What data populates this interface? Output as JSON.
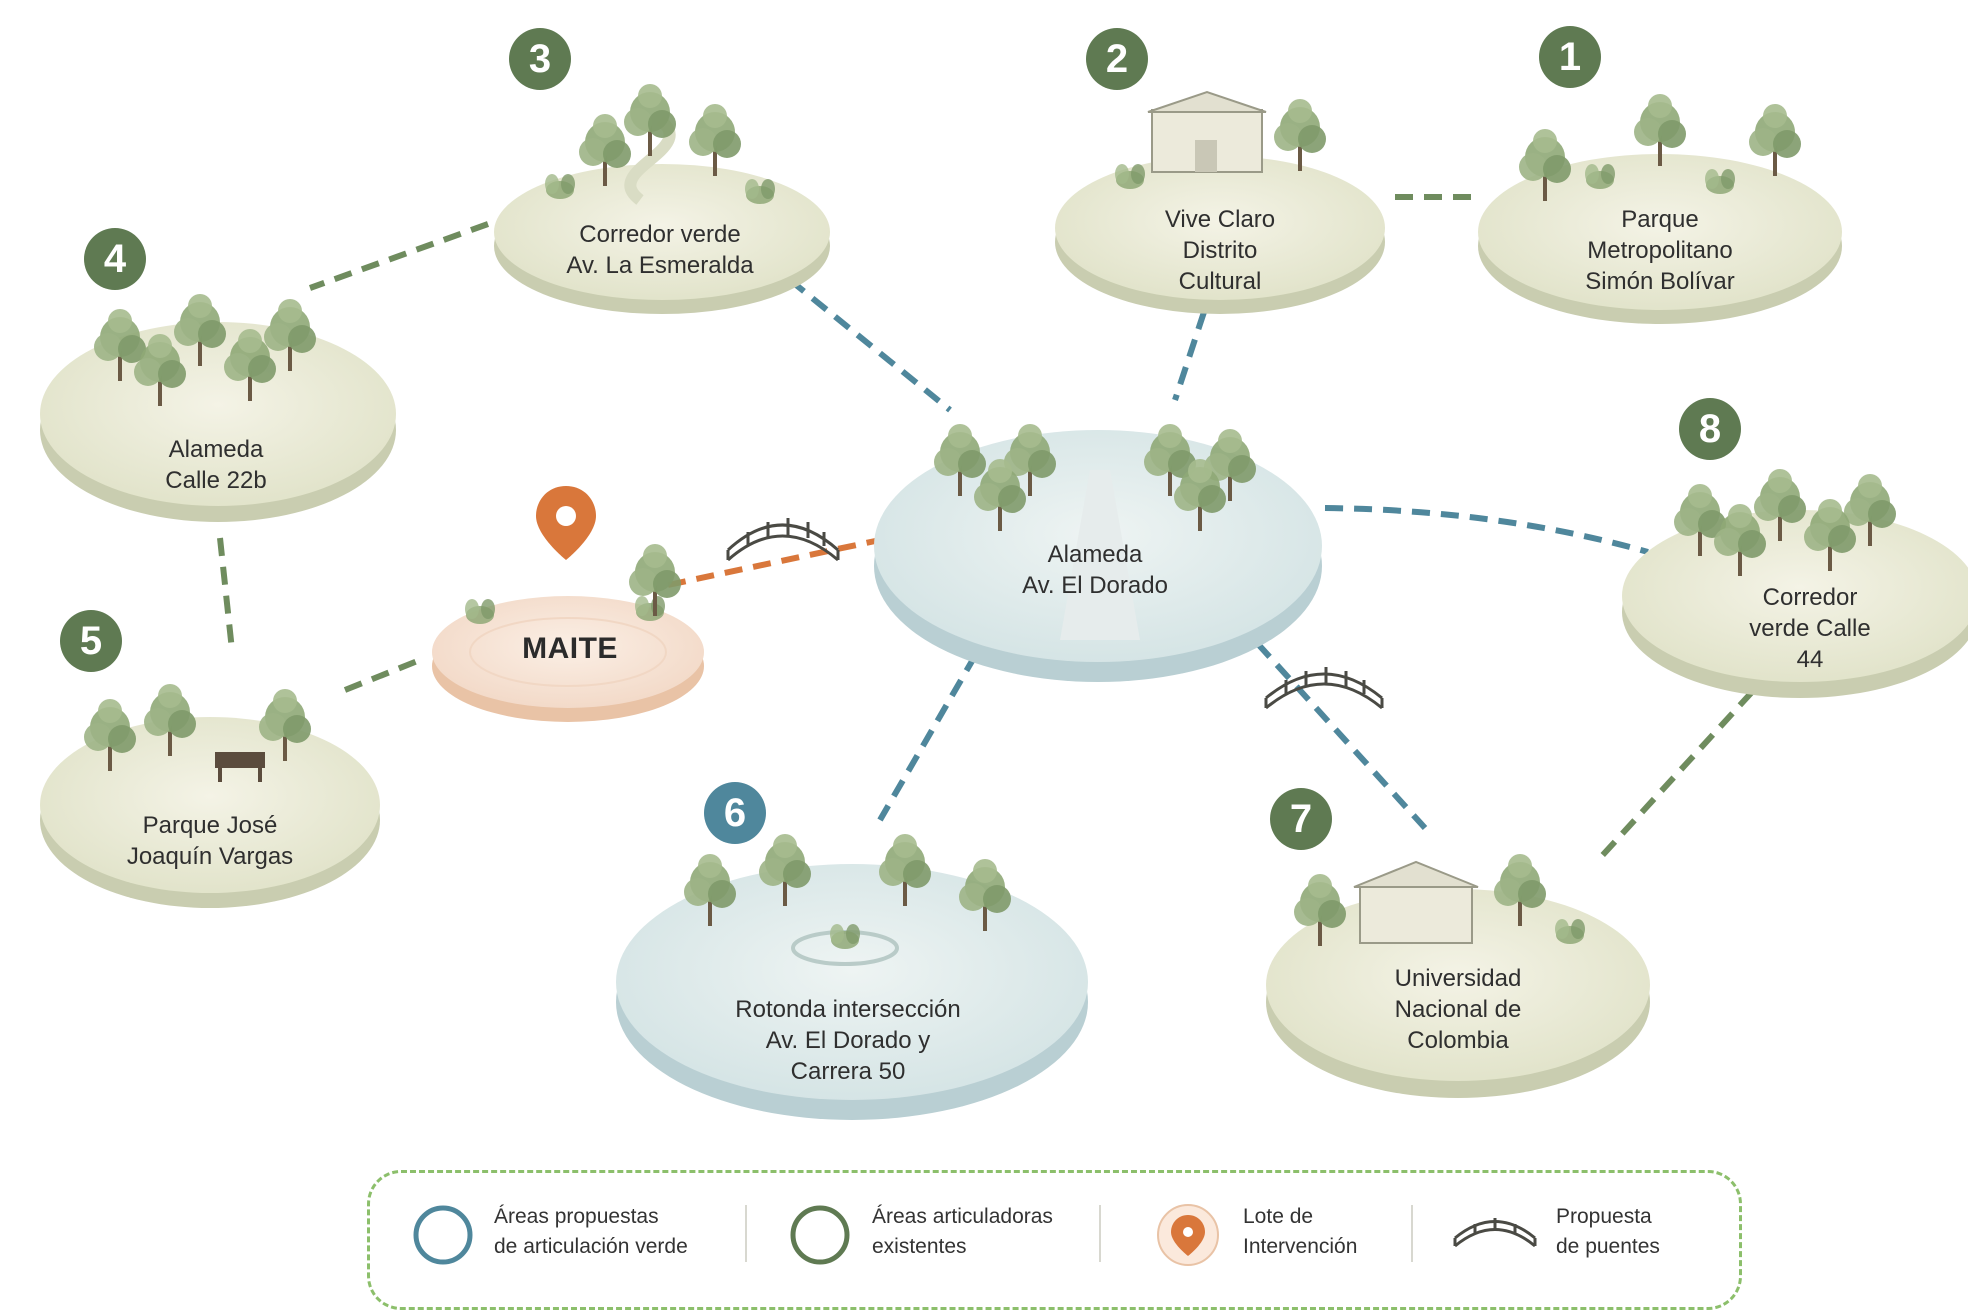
{
  "colors": {
    "existing_green": "#5f7a52",
    "proposed_blue": "#4f879c",
    "intervention_orange": "#d9773b",
    "link_green": "#6f8c5e",
    "link_blue": "#4f879c",
    "legend_border": "#8cbf6b"
  },
  "nodes": [
    {
      "id": "1",
      "label": "Parque\nMetropolitano\nSimón Bolívar",
      "type": "existing",
      "icon": "trees-icon"
    },
    {
      "id": "2",
      "label": "Vive Claro\nDistrito\nCultural",
      "type": "existing",
      "icon": "building-icon"
    },
    {
      "id": "3",
      "label": "Corredor verde\nAv. La Esmeralda",
      "type": "existing",
      "icon": "path-icon"
    },
    {
      "id": "4",
      "label": "Alameda\nCalle 22b",
      "type": "existing",
      "icon": "trees-icon"
    },
    {
      "id": "5",
      "label": "Parque José\nJoaquín Vargas",
      "type": "existing",
      "icon": "bench-icon"
    },
    {
      "id": "6",
      "label": "Rotonda intersección\nAv. El Dorado y\nCarrera 50",
      "type": "proposed",
      "icon": "roundabout-icon"
    },
    {
      "id": "7",
      "label": "Universidad\nNacional de\nColombia",
      "type": "existing",
      "icon": "university-icon"
    },
    {
      "id": "8",
      "label": "Corredor\nverde Calle\n44",
      "type": "existing",
      "icon": "trees-icon"
    }
  ],
  "center": {
    "label": "Alameda\nAv. El Dorado",
    "type": "proposed",
    "icon": "boulevard-icon"
  },
  "lot": {
    "label": "MAITE",
    "icon": "location-pin-icon"
  },
  "legend": [
    {
      "label": "Áreas propuestas\nde articulación verde",
      "icon": "blue-circle-icon"
    },
    {
      "label": "Áreas articuladoras\nexistentes",
      "icon": "green-circle-icon"
    },
    {
      "label": "Lote de\nIntervención",
      "icon": "location-pin-icon"
    },
    {
      "label": "Propuesta\nde puentes",
      "icon": "bridge-icon"
    }
  ]
}
